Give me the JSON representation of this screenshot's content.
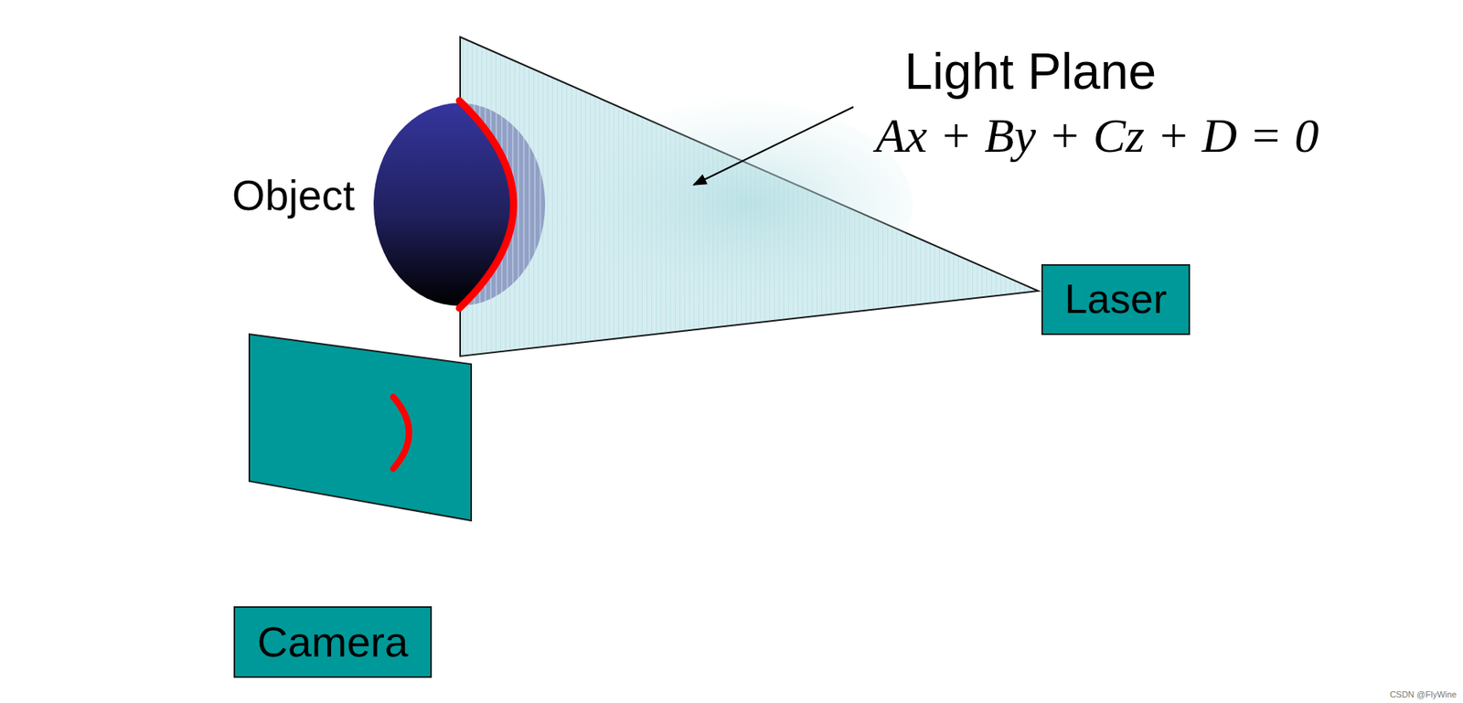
{
  "diagram": {
    "nodes": [
      {
        "text": [
          "Laser"
        ]
      },
      {
        "text": [
          "Camera"
        ]
      }
    ],
    "labels": [
      "Object",
      "Light Plane",
      "Ax + By + Cz + D = 0",
      "CSDN @FlyWine"
    ]
  }
}
